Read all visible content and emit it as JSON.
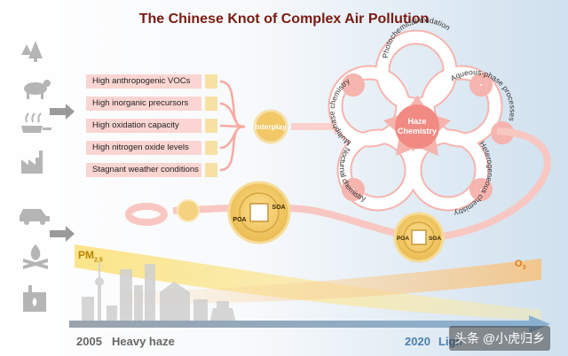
{
  "title": "The Chinese Knot of Complex Air Pollution",
  "factors": [
    "High anthropogenic VOCs",
    "High inorganic precursors",
    "High oxidation capacity",
    "High nitrogen oxide levels",
    "Stagnant weather conditions"
  ],
  "interplay": "Interplay",
  "knot": {
    "center": [
      "Haze",
      "Chemistry"
    ],
    "loops": [
      "Photochemical oxidation",
      "Aqueous-phase processes",
      "Heterogeneous chemistry",
      "Nocturnal chemistry",
      "Multiphase chemistry"
    ]
  },
  "coins": {
    "poa": "POA",
    "soa": "SOA"
  },
  "pollutants": {
    "pm_main": "PM",
    "pm_sub": "2.5",
    "o3_main": "O",
    "o3_sub": "3"
  },
  "timeline": {
    "start_year": "2005",
    "start_label": "Heavy haze",
    "end_year": "2020",
    "end_label": "Light"
  },
  "icons": [
    "tree-icon",
    "livestock-icon",
    "cooking-pan-icon",
    "factory-icon",
    "car-icon",
    "fire-icon",
    "stove-icon"
  ],
  "watermark": "头条 @小虎归乡",
  "colors": {
    "title": "#7a1a10",
    "factor_box": "#fbd5d2",
    "coin": "#f2c766",
    "pm": "#b98400",
    "o3": "#e07b18",
    "knot": "#f6b4ae"
  }
}
